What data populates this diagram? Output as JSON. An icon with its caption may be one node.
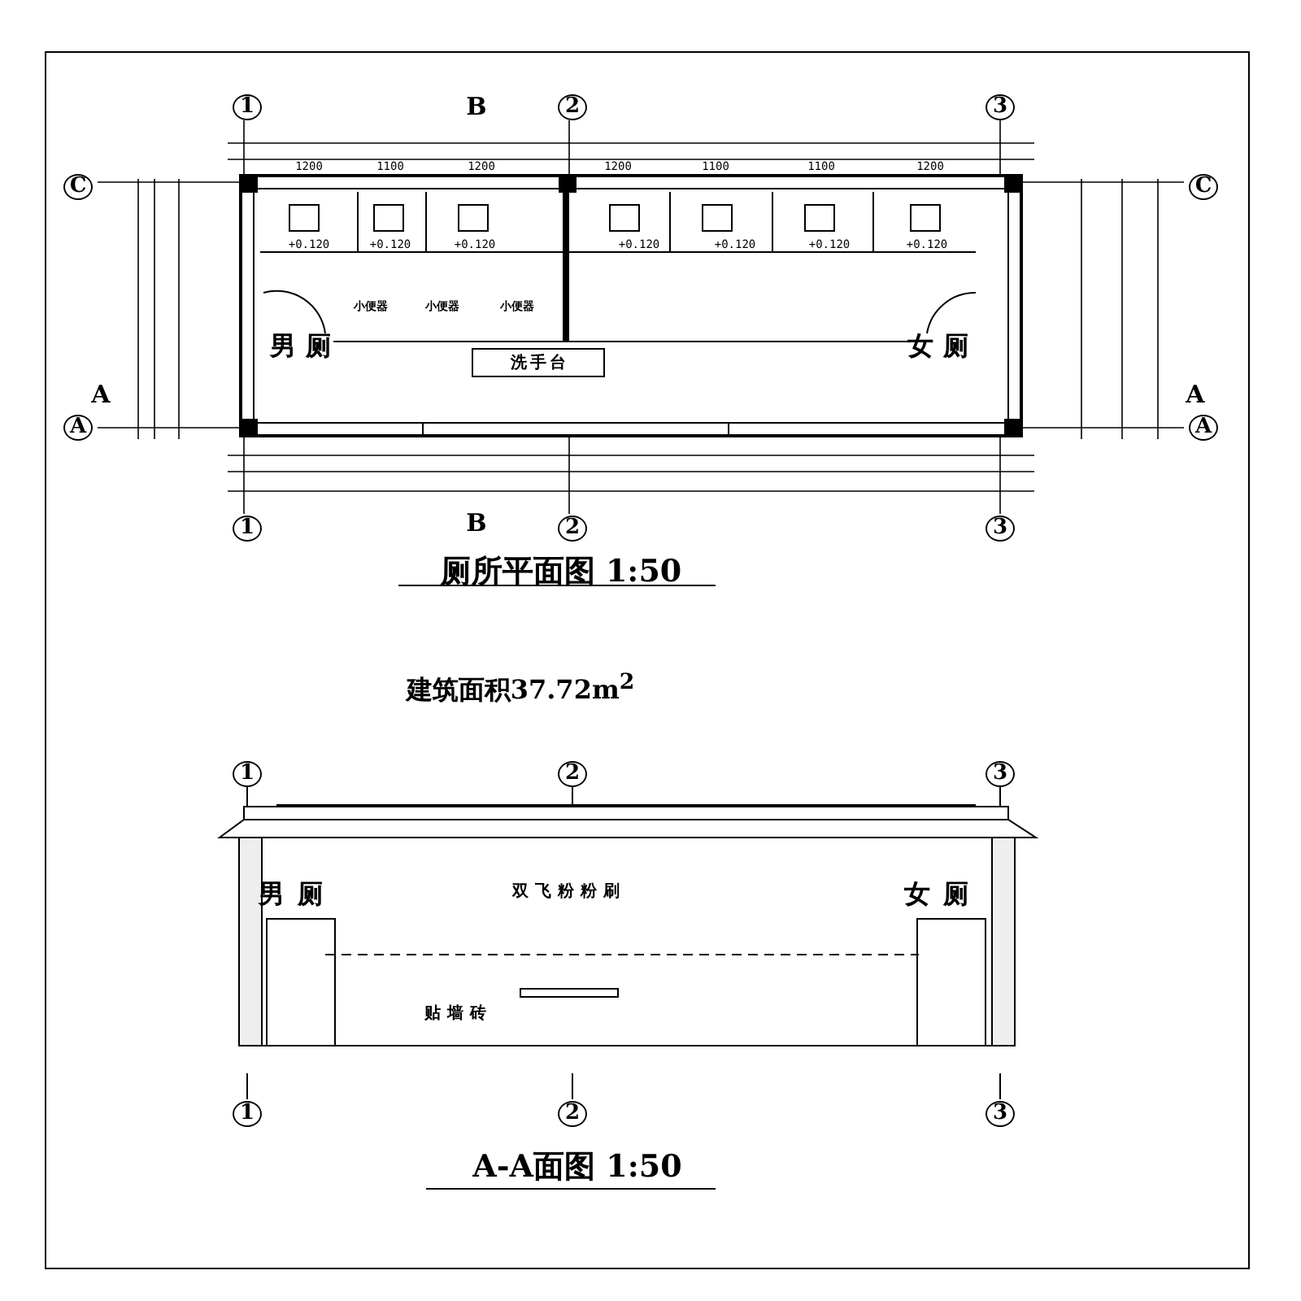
{
  "diagram": {
    "nodes": [
      {
        "text": [
          "男厕"
        ]
      },
      {
        "text": [
          "女厕"
        ]
      },
      {
        "text": [
          "洗手台"
        ]
      }
    ],
    "edges": [],
    "labels": [
      "1",
      "B",
      "2",
      "3",
      "C",
      "C",
      "1200",
      "1100",
      "1200",
      "1200",
      "1100",
      "1100",
      "1200",
      "+0.120",
      "+0.120",
      "+0.120",
      "+0.120",
      "+0.120",
      "+0.120",
      "+0.120",
      "小便器",
      "小便器",
      "小便器",
      "A",
      "A",
      "A",
      "A",
      "1",
      "B",
      "2",
      "3",
      "厕所平面图 1:50",
      "建筑面积37.72m$^{2}$",
      "1",
      "2",
      "3",
      "男厕",
      "双飞粉粉刷",
      "女厕",
      "贴墙砖",
      "1",
      "2",
      "3",
      "A-A面图 1:50"
    ]
  }
}
